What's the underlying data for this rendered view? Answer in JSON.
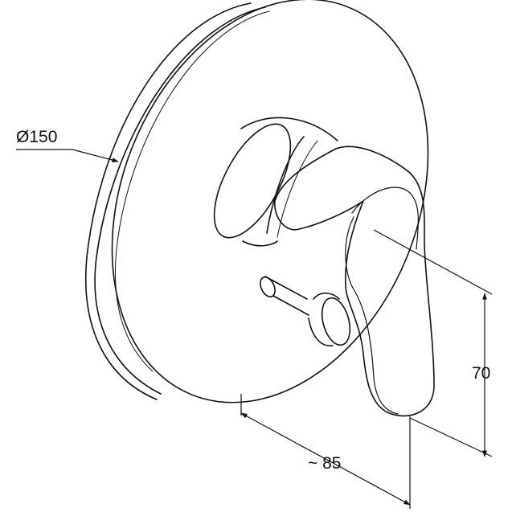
{
  "dimensions": {
    "diameter": "Ø150",
    "height": "70",
    "depth": "~ 85"
  },
  "colors": {
    "line": "#111111",
    "background": "#ffffff"
  }
}
